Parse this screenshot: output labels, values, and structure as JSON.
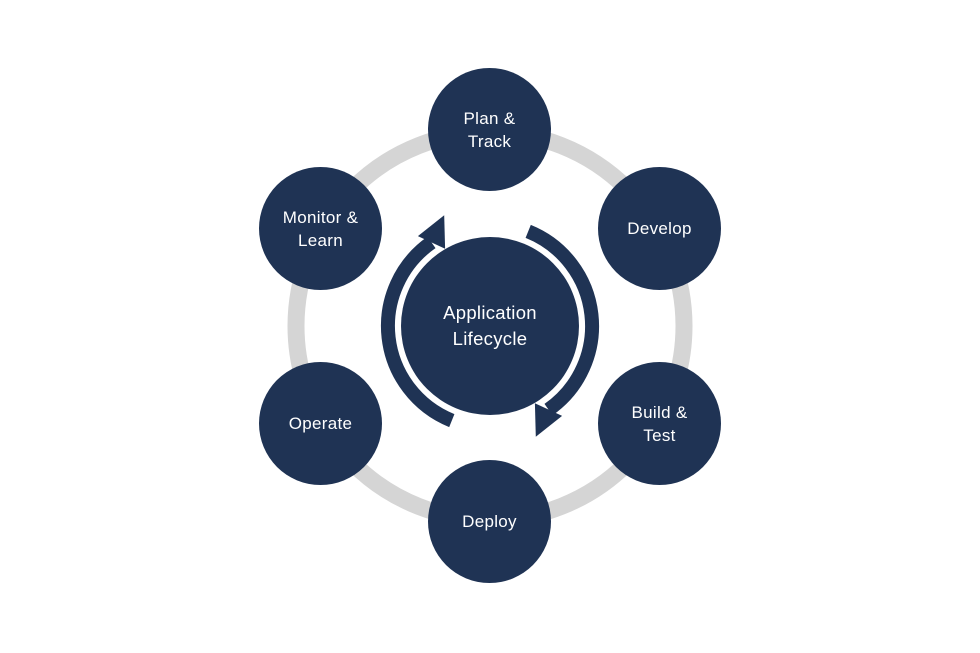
{
  "diagram": {
    "title": "Application Lifecycle",
    "center": {
      "label": "Application Lifecycle",
      "lines": [
        "Application",
        "Lifecycle"
      ]
    },
    "nodes": [
      {
        "label": "Plan & Track",
        "lines": [
          "Plan &",
          "Track"
        ]
      },
      {
        "label": "Develop",
        "lines": [
          "Develop"
        ]
      },
      {
        "label": "Build & Test",
        "lines": [
          "Build &",
          "Test"
        ]
      },
      {
        "label": "Deploy",
        "lines": [
          "Deploy"
        ]
      },
      {
        "label": "Operate",
        "lines": [
          "Operate"
        ]
      },
      {
        "label": "Monitor & Learn",
        "lines": [
          "Monitor &",
          "Learn"
        ]
      }
    ],
    "colors": {
      "node_fill": "#1f3354",
      "ring": "#d5d5d5",
      "text": "#ffffff",
      "background": "#ffffff"
    }
  }
}
